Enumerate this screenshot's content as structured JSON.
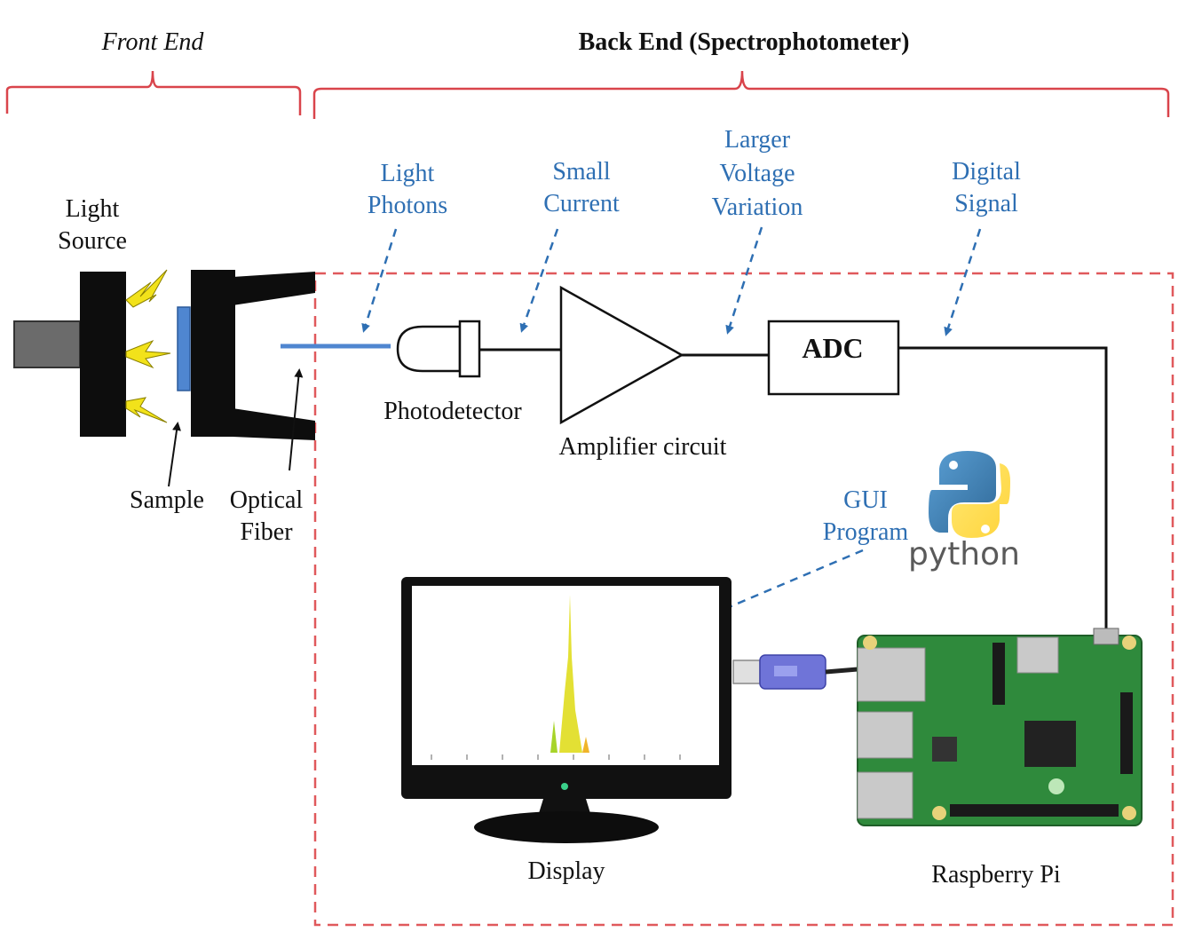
{
  "sections": {
    "front_end": "Front End",
    "back_end": "Back End (Spectrophotometer)"
  },
  "labels": {
    "light_source_1": "Light",
    "light_source_2": "Source",
    "sample": "Sample",
    "optical_fiber_1": "Optical",
    "optical_fiber_2": "Fiber",
    "photodetector": "Photodetector",
    "amplifier": "Amplifier circuit",
    "adc": "ADC",
    "display": "Display",
    "raspberry_pi": "Raspberry Pi",
    "python": "python"
  },
  "signals": {
    "light_photons_1": "Light",
    "light_photons_2": "Photons",
    "small_current_1": "Small",
    "small_current_2": "Current",
    "larger_voltage_1": "Larger",
    "larger_voltage_2": "Voltage",
    "larger_voltage_3": "Variation",
    "digital_signal_1": "Digital",
    "digital_signal_2": "Signal",
    "gui_program_1": "GUI",
    "gui_program_2": "Program"
  },
  "colors": {
    "bracket": "#d9444b",
    "dashed_box": "#e0595c",
    "annotation": "#2e6fb3",
    "board": "#2f8a3c",
    "usb": "#6f74d8"
  }
}
